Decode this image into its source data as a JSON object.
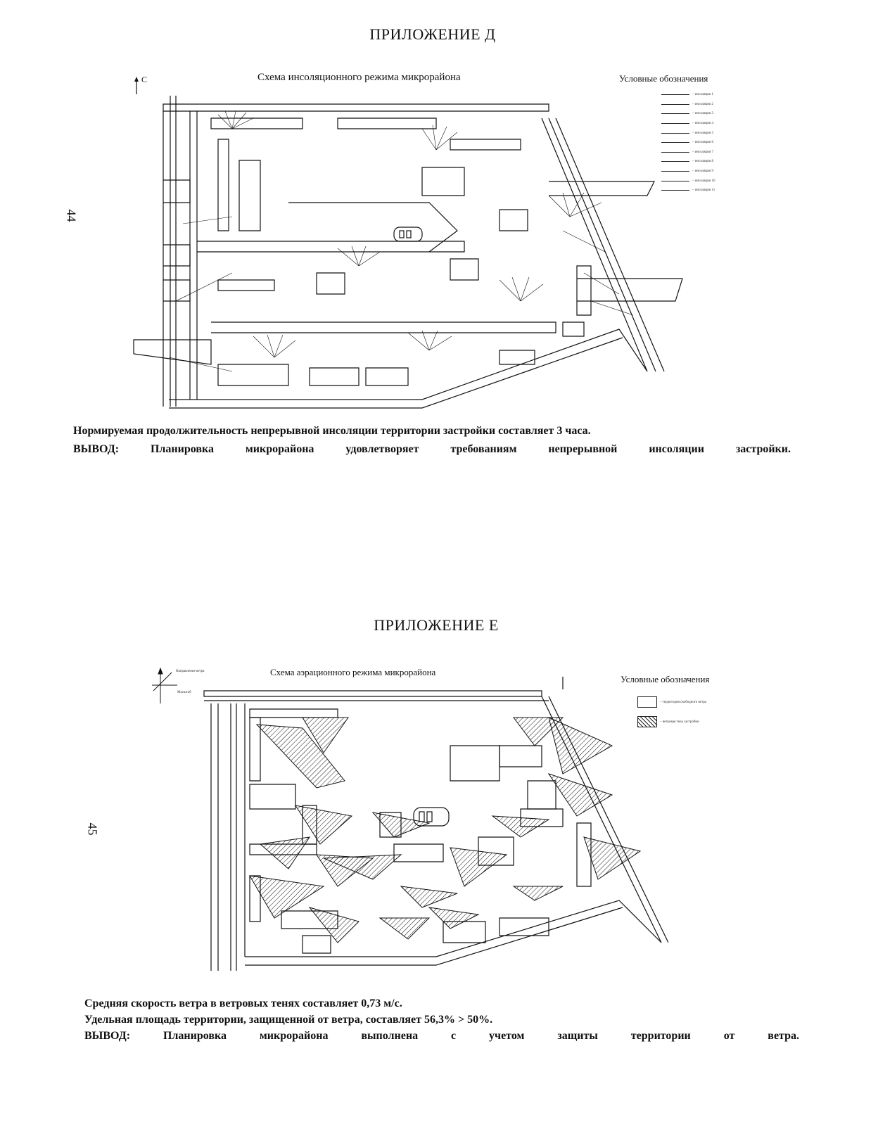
{
  "appendix_d": {
    "title": "ПРИЛОЖЕНИЕ Д",
    "page_number": "44",
    "scheme_title": "Схема инсоляционного режима микрорайона",
    "north_label": "С",
    "legend": {
      "title": "Условные обозначения",
      "items": [
        "– инсоляция 1",
        "– инсоляция 2",
        "– инсоляция 3",
        "– инсоляция 4",
        "– инсоляция 5",
        "– инсоляция 6",
        "– инсоляция 7",
        "– инсоляция 8",
        "– инсоляция 9",
        "– инсоляция 10",
        "– инсоляция 11"
      ]
    },
    "text_line_1": "Нормируемая продолжительность непрерывной инсоляции территории застройки составляет 3 часа.",
    "text_line_2": "ВЫВОД: Планировка микрорайона удовлетворяет требованиям непрерывной инсоляции застройки."
  },
  "appendix_e": {
    "title": "ПРИЛОЖЕНИЕ Е",
    "page_number": "45",
    "scheme_title": "Схема аэрационного режима микрорайона",
    "compass_labels": [
      "Направление ветра",
      "Масштаб"
    ],
    "legend": {
      "title": "Условные обозначения",
      "items": [
        "– территория свободного ветра",
        "– ветровая тень застройки"
      ]
    },
    "text_line_1": "Средняя скорость ветра в ветровых тенях составляет 0,73 м/с.",
    "text_line_2": "Удельная площадь территории, защищенной от ветра, составляет 56,3% > 50%.",
    "text_line_3": "ВЫВОД: Планировка микрорайона выполнена с учетом защиты территории от ветра."
  },
  "colors": {
    "ink": "#111111",
    "paper": "#ffffff"
  }
}
